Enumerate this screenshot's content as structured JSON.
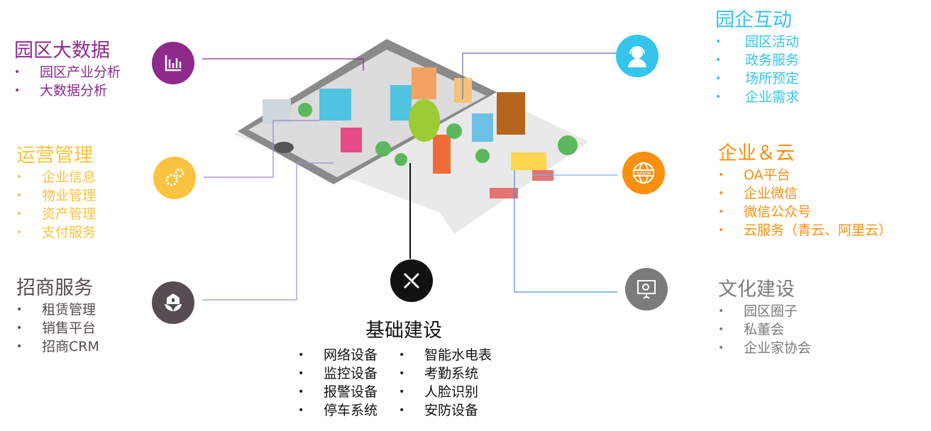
{
  "colors": {
    "purple": "#8e2a8c",
    "yellow": "#fbc340",
    "dark": "#564c51",
    "cyan": "#33c5ec",
    "orange": "#fb8f10",
    "gray": "#7b7b7b",
    "black": "#111111"
  },
  "big_data": {
    "title": "园区大数据",
    "items": [
      "园区产业分析",
      "大数据分析"
    ],
    "icon": "bar-chart-icon"
  },
  "operations": {
    "title": "运营管理",
    "items": [
      "企业信息",
      "物业管理",
      "资产管理",
      "支付服务"
    ],
    "icon": "gears-icon"
  },
  "investment": {
    "title": "招商服务",
    "items": [
      "租赁管理",
      "销售平台",
      "招商CRM"
    ],
    "icon": "house-leaf-icon"
  },
  "interaction": {
    "title": "园企互动",
    "items": [
      "园区活动",
      "政务服务",
      "场所预定",
      "企业需求"
    ],
    "icon": "headset-person-icon"
  },
  "cloud": {
    "title": "企业＆云",
    "items": [
      "OA平台",
      "企业微信",
      "微信公众号",
      "云服务（青云、阿里云）"
    ],
    "icon": "www-globe-icon"
  },
  "culture": {
    "title": "文化建设",
    "items": [
      "园区圈子",
      "私董会",
      "企业家协会"
    ],
    "icon": "presentation-board-icon"
  },
  "infrastructure": {
    "title": "基础建设",
    "col1": [
      "网络设备",
      "监控设备",
      "报警设备",
      "停车系统"
    ],
    "col2": [
      "智能水电表",
      "考勤系统",
      "人脸识别",
      "安防设备"
    ],
    "icon": "tools-icon"
  }
}
